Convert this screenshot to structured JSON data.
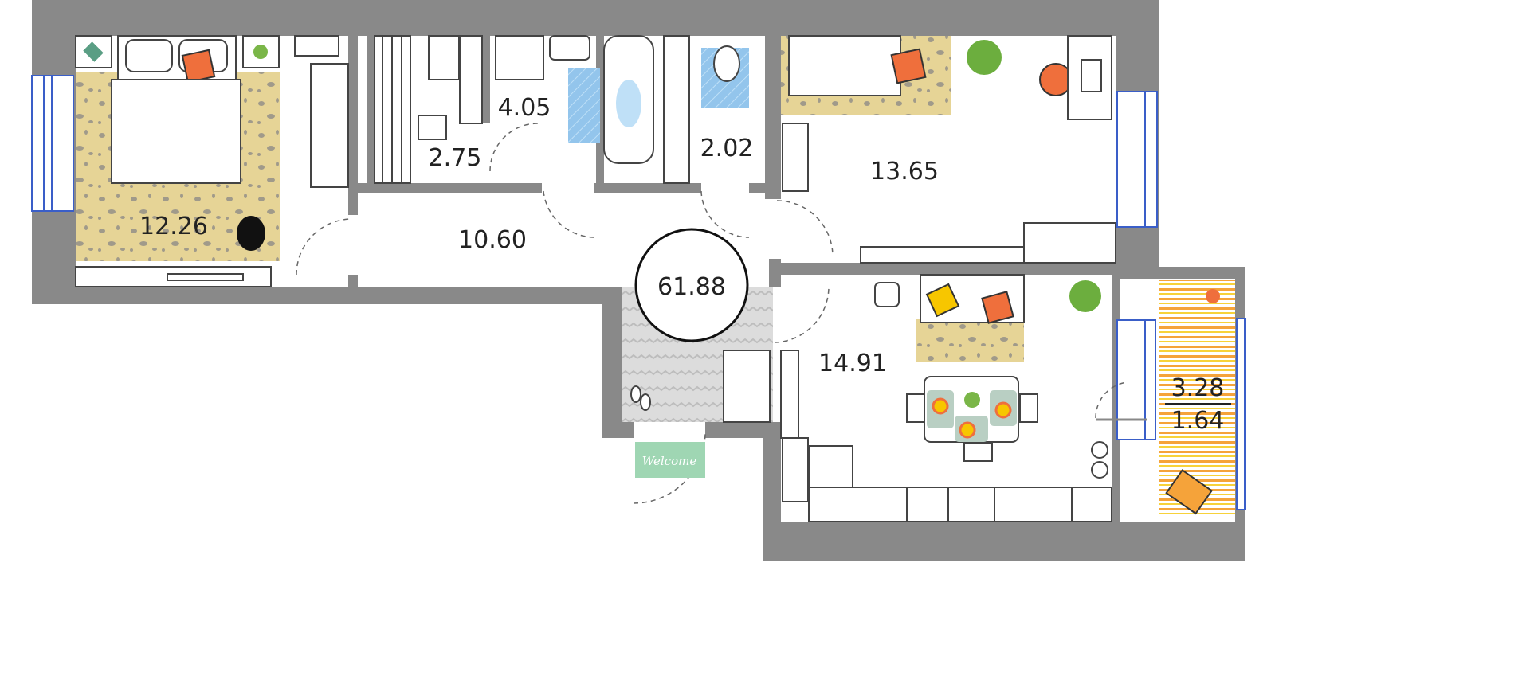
{
  "plan": {
    "total_area": "61.88",
    "rooms": [
      {
        "name": "bedroom",
        "area": "12.26"
      },
      {
        "name": "sauna",
        "area": "2.75"
      },
      {
        "name": "bathroom",
        "area": "4.05"
      },
      {
        "name": "toilet",
        "area": "2.02"
      },
      {
        "name": "bedroom-2",
        "area": "13.65"
      },
      {
        "name": "hall",
        "area": "10.60"
      },
      {
        "name": "kitchen-living",
        "area": "14.91"
      },
      {
        "name": "balcony",
        "area": "3.28",
        "area_reduced": "1.64"
      }
    ],
    "doormat_text": "Welcome"
  },
  "colors": {
    "wall": "#898989",
    "rug": "#e6d496",
    "pillow": "#ef6f3c",
    "pillow_yellow": "#f7c600",
    "tile": "#93c5ec",
    "doormat": "#9fd6b3",
    "balcony_stripe": "#f5a33a"
  }
}
